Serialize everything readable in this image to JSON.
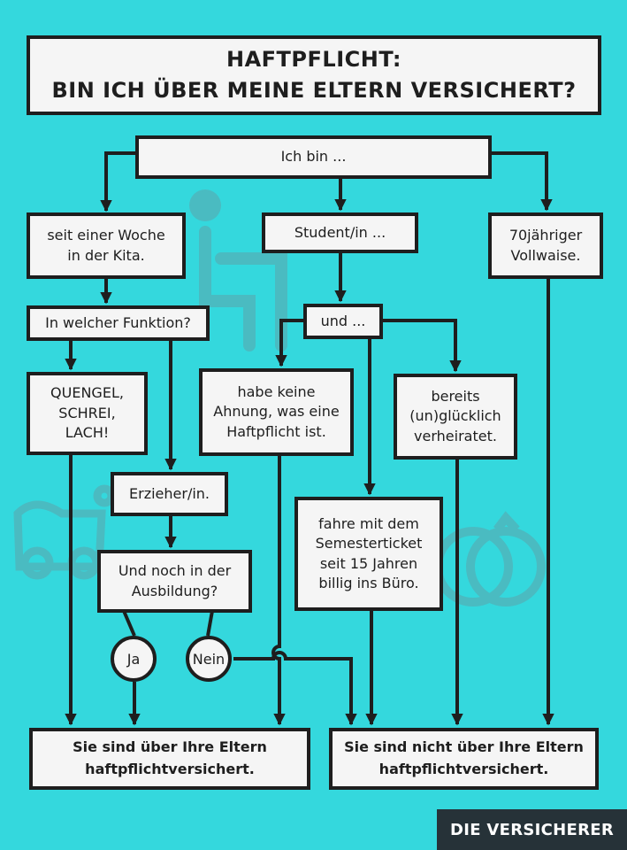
{
  "title": "HAFTPFLICHT:\nBIN ICH ÜBER MEINE ELTERN VERSICHERT?",
  "nodes": {
    "start": "Ich bin ...",
    "kita": "seit einer Woche\nin der Kita.",
    "student": "Student/in ...",
    "vollwaise": "70jähriger\nVollwaise.",
    "funktion": "In welcher Funktion?",
    "und": "und ...",
    "quengel": "QUENGEL,\nSCHREI,\nLACH!",
    "ahnung": "habe keine\nAhnung, was eine\nHaftpflicht ist.",
    "verheiratet": "bereits\n(un)glücklich\nverheiratet.",
    "erzieher": "Erzieher/in.",
    "ausbildung": "Und noch in der\nAusbildung?",
    "semesterticket": "fahre mit dem\nSemesterticket\nseit 15 Jahren\nbillig ins Büro.",
    "ja": "Ja",
    "nein": "Nein"
  },
  "results": {
    "insured": "Sie sind über Ihre Eltern\nhaftpflichtversichert.",
    "not_insured": "Sie sind nicht über Ihre Eltern\nhaftpflichtversichert."
  },
  "brand": "DIE VERSICHERER",
  "colors": {
    "background": "#34d8dd",
    "box_fill": "#f5f5f5",
    "line": "#1e1e1e",
    "brand_bar": "#263238",
    "watermark": "#4fb6bd"
  }
}
